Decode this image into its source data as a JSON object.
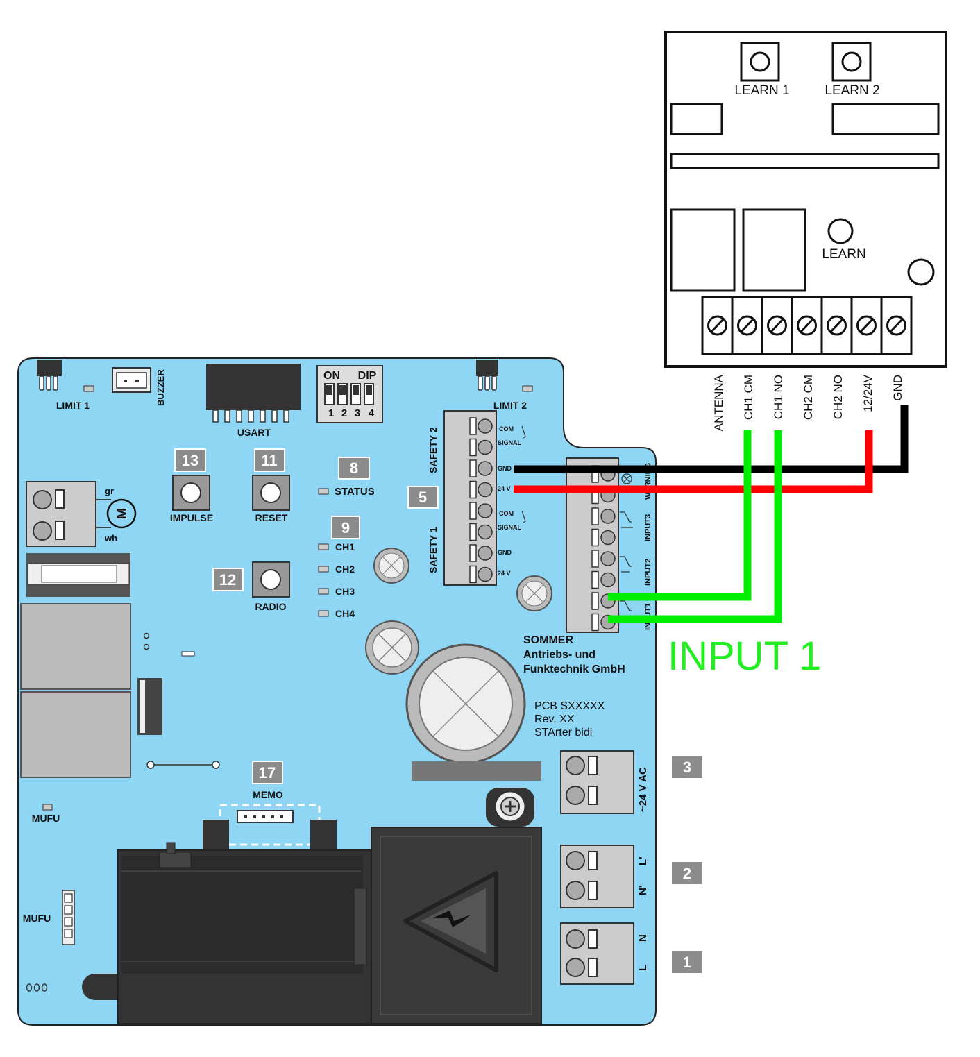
{
  "receiver": {
    "button1_label": "LEARN 1",
    "button2_label": "LEARN 2",
    "learn_label": "LEARN",
    "terminals": [
      "ANTENNA",
      "CH1 CM",
      "CH1 NO",
      "CH2 CM",
      "CH2 NO",
      "12/24V",
      "GND"
    ]
  },
  "board": {
    "limit1": "LIMIT 1",
    "buzzer": "BUZZER",
    "usart": "USART",
    "dip_on": "ON",
    "dip_label": "DIP",
    "dip_numbers": [
      "1",
      "2",
      "3",
      "4"
    ],
    "limit2": "LIMIT 2",
    "motor_letter": "M",
    "motor_gr": "gr",
    "motor_wh": "wh",
    "impulse": "IMPULSE",
    "reset": "RESET",
    "radio": "RADIO",
    "status": "STATUS",
    "channels": [
      "CH1",
      "CH2",
      "CH3",
      "CH4"
    ],
    "safety2": "SAFETY 2",
    "safety1": "SAFETY 1",
    "safety_pins": [
      "COM",
      "SIGNAL",
      "GND",
      "24 V",
      "COM",
      "SIGNAL",
      "GND",
      "24 V"
    ],
    "right_terms": [
      "WARNING",
      "INPUT3",
      "INPUT2",
      "INPUT1"
    ],
    "company1": "SOMMER",
    "company2": "Antriebs- und",
    "company3": "Funktechnik GmbH",
    "pcb": "PCB  SXXXXX",
    "rev": "Rev.  XX",
    "model": "STArter  bidi",
    "memo": "MEMO",
    "mufu1": "MUFU",
    "mufu2": "MUFU",
    "ac24": "~24 V AC",
    "l_prime": "L'",
    "n_prime": "N'",
    "n": "N",
    "l": "L"
  },
  "badges": {
    "b13": "13",
    "b11": "11",
    "b8": "8",
    "b5": "5",
    "b9": "9",
    "b12": "12",
    "b17": "17",
    "b3": "3",
    "b2": "2",
    "b1": "1"
  },
  "annotation": {
    "input1": "INPUT 1"
  },
  "colors": {
    "board": "#8ed6f4",
    "wire_gnd": "#000000",
    "wire_power": "#ff0000",
    "wire_signal": "#00ee00",
    "badge": "#8c8c8c",
    "annotation": "#22ee22"
  }
}
